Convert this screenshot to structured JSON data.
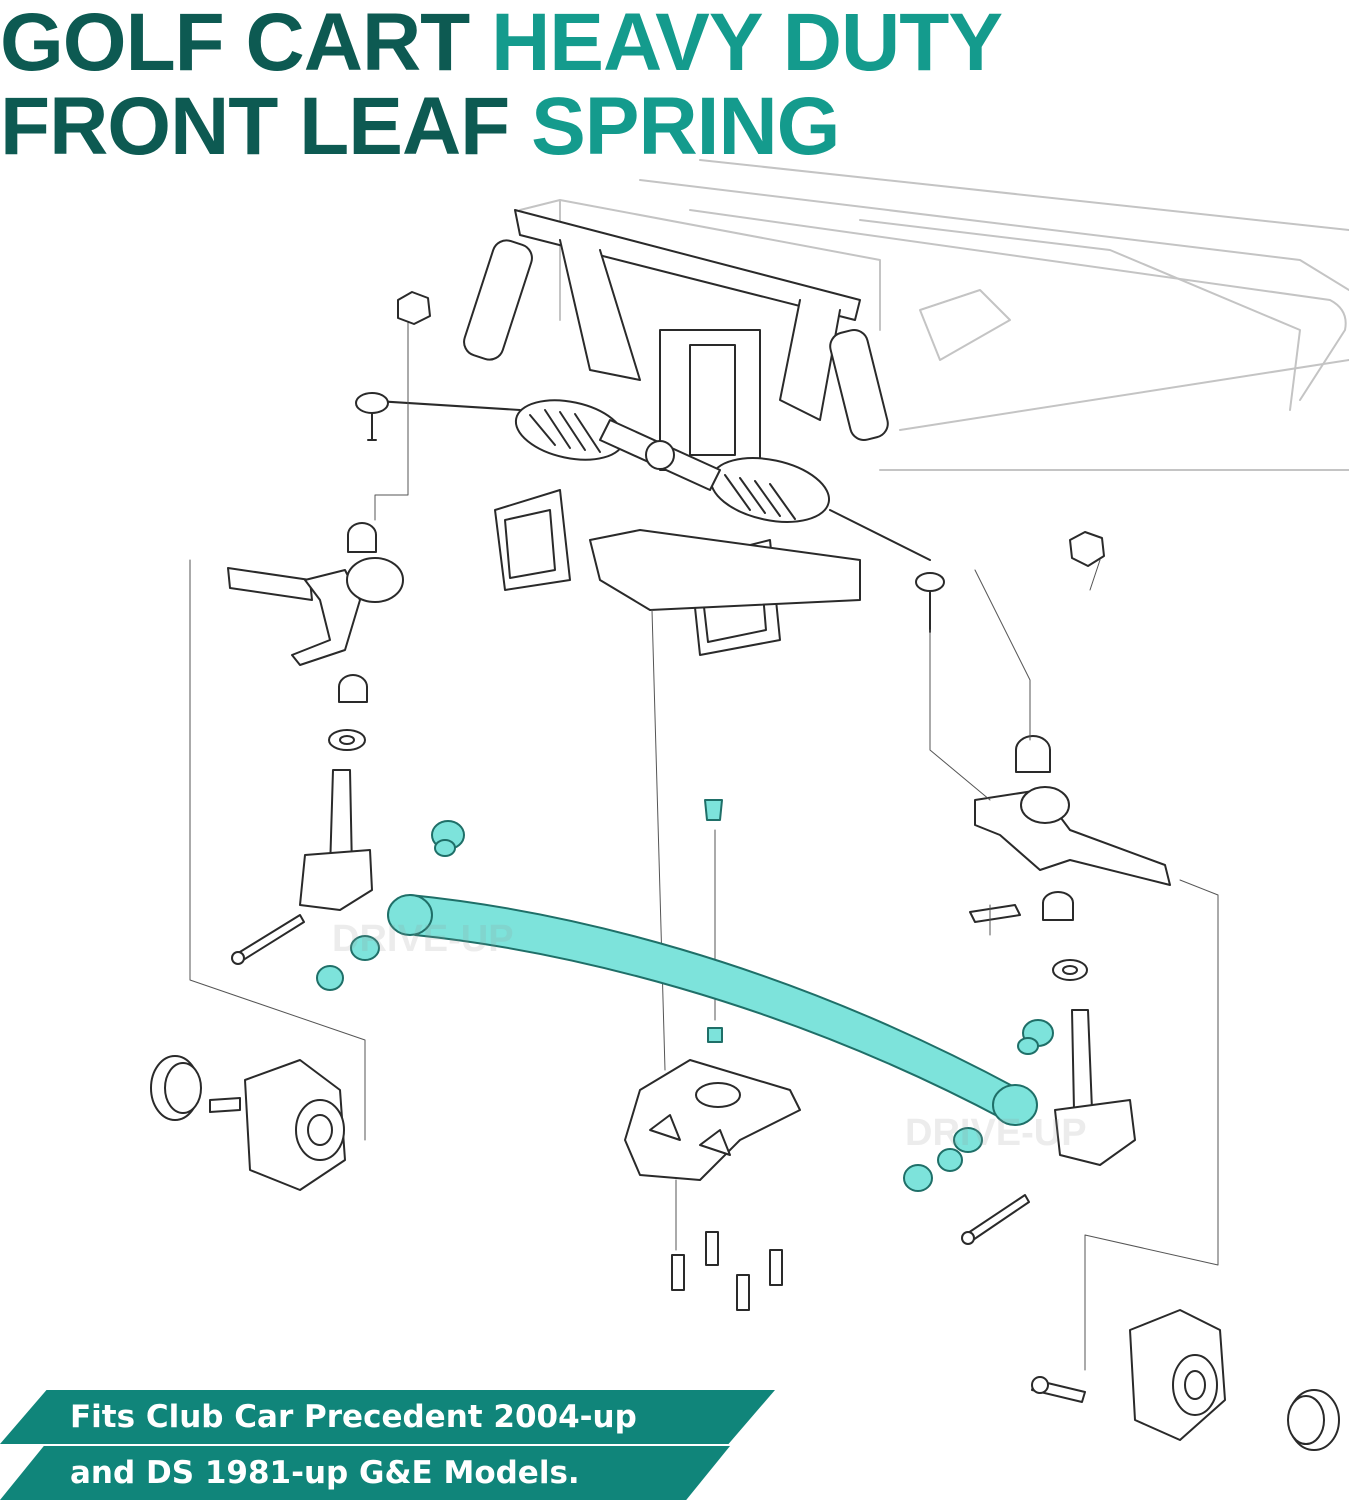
{
  "headline": {
    "line1_dark": "GOLF CART",
    "line1_teal": "HEAVY DUTY",
    "line2_dark": "FRONT LEAF",
    "line2_teal": "SPRING"
  },
  "watermark": "DRIVE-UP",
  "banner": {
    "line1": "Fits Club Car Precedent 2004-up",
    "line2": "and DS 1981-up G&E Models."
  },
  "colors": {
    "headline_dark": "#0d5a52",
    "headline_teal": "#149b8d",
    "highlight_part": "#7de3db",
    "banner": "#10857a",
    "line_art": "#2a2a2a"
  }
}
